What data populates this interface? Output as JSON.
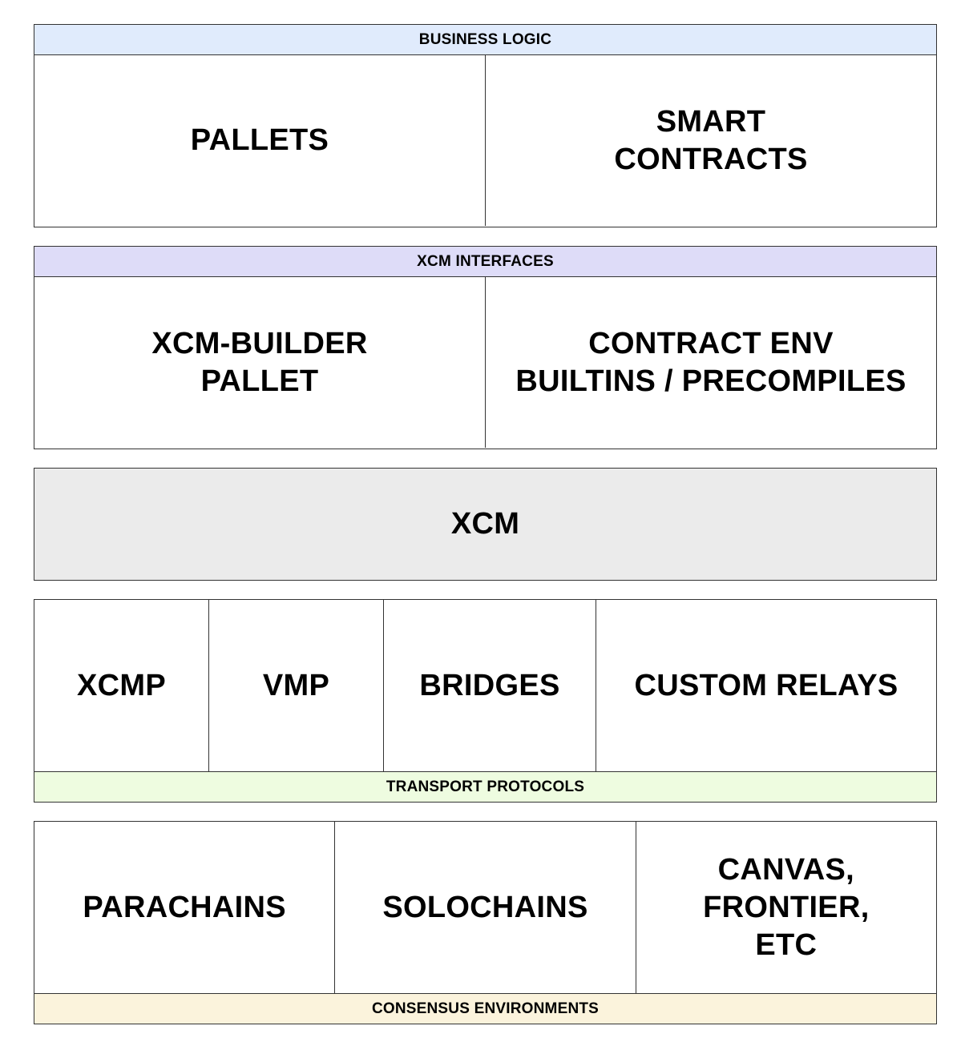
{
  "colors": {
    "business_logic_band": "#e0ebfc",
    "xcm_interfaces_band": "#dedcf8",
    "xcm_block": "#ebebeb",
    "transport_band": "#eefce0",
    "consensus_band": "#fbf3dc",
    "border": "#333333",
    "text": "#000000"
  },
  "business_logic": {
    "label": "BUSINESS LOGIC",
    "cells": [
      "PALLETS",
      "SMART\nCONTRACTS"
    ]
  },
  "xcm_interfaces": {
    "label": "XCM INTERFACES",
    "cells": [
      "XCM-BUILDER\nPALLET",
      "CONTRACT ENV\nBUILTINS / PRECOMPILES"
    ]
  },
  "xcm": {
    "label": "XCM"
  },
  "transport_protocols": {
    "label": "TRANSPORT PROTOCOLS",
    "cells": [
      "XCMP",
      "VMP",
      "BRIDGES",
      "CUSTOM RELAYS"
    ]
  },
  "consensus_environments": {
    "label": "CONSENSUS ENVIRONMENTS",
    "cells": [
      "PARACHAINS",
      "SOLOCHAINS",
      "CANVAS,\nFRONTIER,\nETC"
    ]
  }
}
